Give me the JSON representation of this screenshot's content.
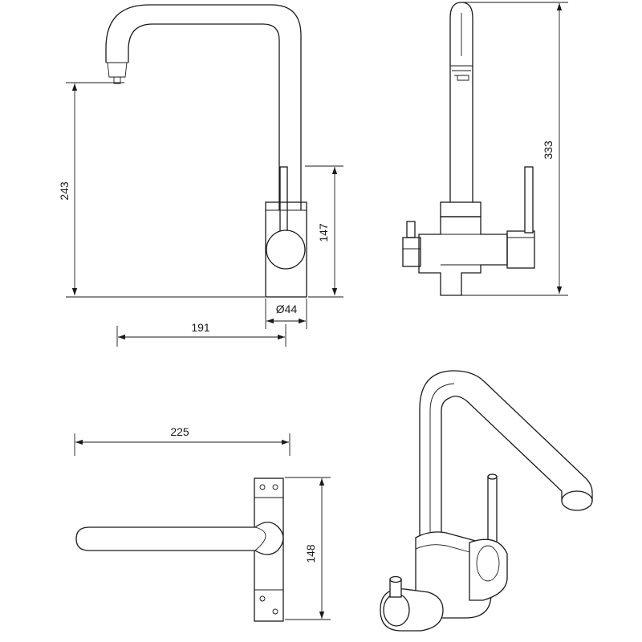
{
  "dimensions": {
    "front_height": "243",
    "front_reach": "191",
    "front_base_diameter": "Ø44",
    "front_body_height": "147",
    "side_total_height": "333",
    "top_reach": "225",
    "top_depth": "148"
  },
  "colors": {
    "line": "#1a1a1a",
    "background": "#ffffff"
  }
}
